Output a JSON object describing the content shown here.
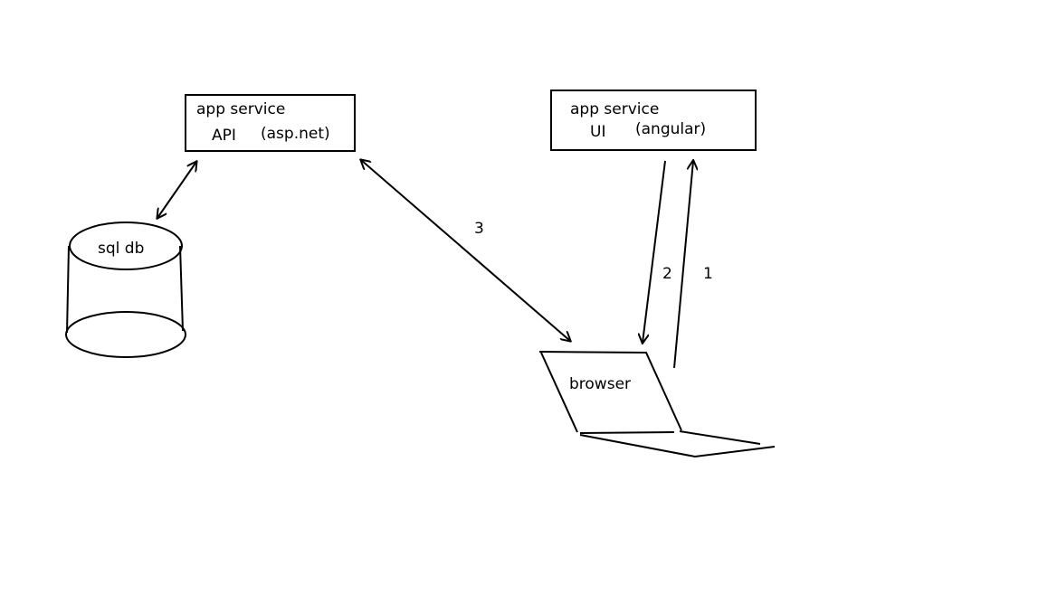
{
  "nodes": {
    "api_service": {
      "line1": "app service",
      "line2a": "API",
      "line2b": "(asp.net)"
    },
    "ui_service": {
      "line1": "app service",
      "line2a": "UI",
      "line2b": "(angular)"
    },
    "database": {
      "label": "sql db"
    },
    "browser": {
      "label": "browser"
    }
  },
  "edges": {
    "e1": "1",
    "e2": "2",
    "e3": "3"
  }
}
